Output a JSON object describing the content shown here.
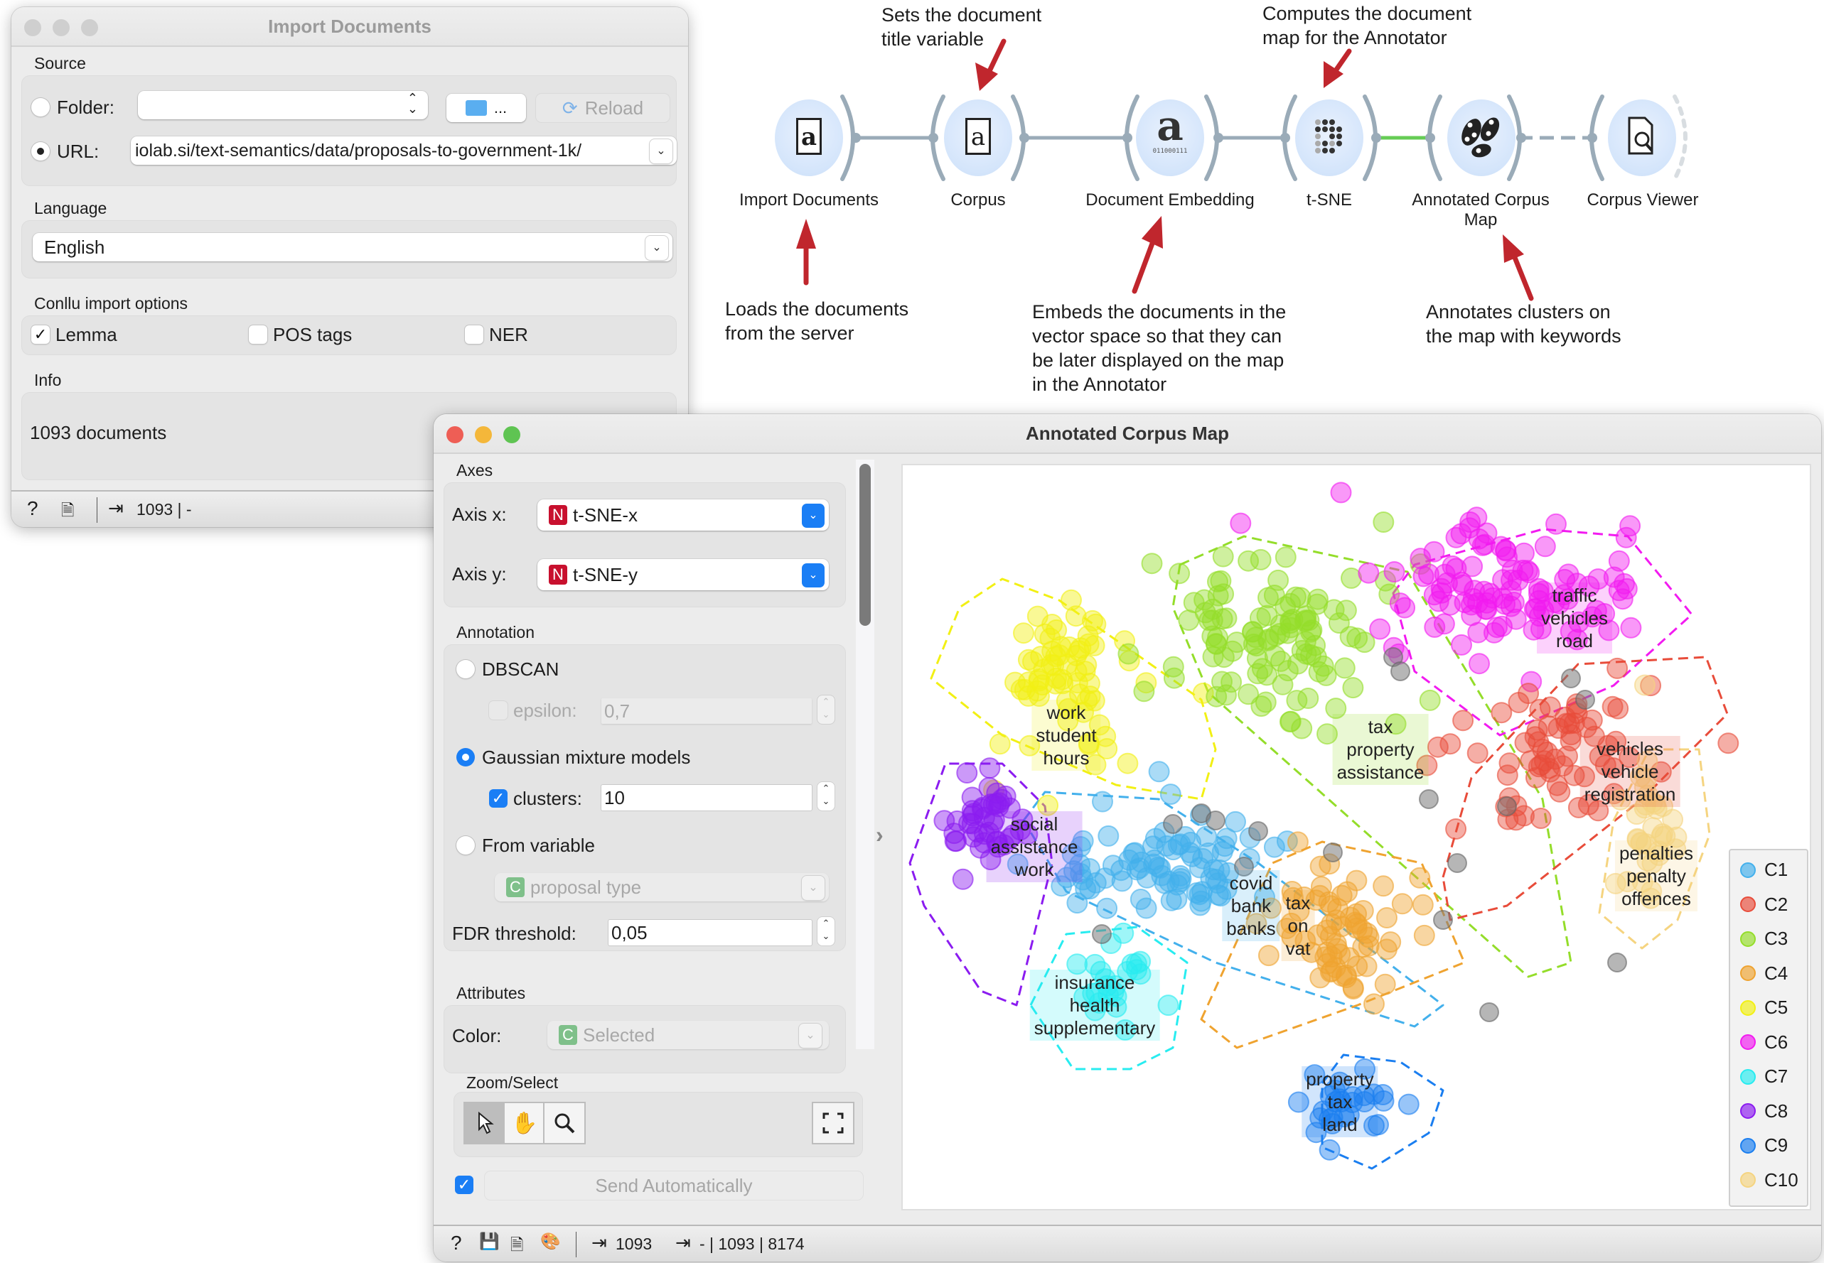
{
  "import_window": {
    "title": "Import Documents",
    "source_label": "Source",
    "folder_label": "Folder:",
    "folder_value": "",
    "browse_label": "...",
    "reload_label": "Reload",
    "url_label": "URL:",
    "url_value": "iolab.si/text-semantics/data/proposals-to-government-1k/",
    "language_label": "Language",
    "language_value": "English",
    "conllu_label": "Conllu import options",
    "options": [
      {
        "label": "Lemma",
        "checked": true
      },
      {
        "label": "POS tags",
        "checked": false
      },
      {
        "label": "NER",
        "checked": false
      }
    ],
    "info_label": "Info",
    "info_text": "1093 documents",
    "status_output": "1093 | -"
  },
  "workflow": {
    "nodes": [
      {
        "name": "Import Documents",
        "icon": "import-documents-icon"
      },
      {
        "name": "Corpus",
        "icon": "corpus-icon"
      },
      {
        "name": "Document Embedding",
        "icon": "document-embedding-icon",
        "icon_text": "a",
        "icon_subtext": "011000111"
      },
      {
        "name": "t-SNE",
        "icon": "tsne-icon"
      },
      {
        "name": "Annotated Corpus Map",
        "name_line1": "Annotated Corpus",
        "name_line2": "Map",
        "icon": "annotated-corpus-map-icon"
      },
      {
        "name": "Corpus Viewer",
        "icon": "corpus-viewer-icon"
      }
    ],
    "annotations": {
      "corpus": [
        "Sets the document",
        "title variable"
      ],
      "tsne": [
        "Computes the document",
        "map for the Annotator"
      ],
      "import": [
        "Loads the documents",
        "from the server"
      ],
      "embedding": [
        "Embeds the documents in the",
        "vector space so that they can",
        "be later displayed on the map",
        "in the Annotator"
      ],
      "annotator": [
        "Annotates clusters on",
        "the map with keywords"
      ]
    },
    "arrow_color": "#c0262d",
    "link_color": "#9aabb8",
    "active_link_color": "#66cc55"
  },
  "acm_window": {
    "title": "Annotated Corpus Map",
    "axes_label": "Axes",
    "axis_x_label": "Axis x:",
    "axis_x_value": "t-SNE-x",
    "axis_y_label": "Axis y:",
    "axis_y_value": "t-SNE-y",
    "axis_badge": "N",
    "annotation_label": "Annotation",
    "dbscan_label": "DBSCAN",
    "epsilon_label": "epsilon:",
    "epsilon_value": "0,7",
    "gmm_label": "Gaussian mixture models",
    "clusters_label": "clusters:",
    "clusters_value": "10",
    "from_variable_label": "From variable",
    "variable_badge": "C",
    "variable_value": "proposal type",
    "fdr_label": "FDR threshold:",
    "fdr_value": "0,05",
    "attributes_label": "Attributes",
    "color_label": "Color:",
    "color_badge": "C",
    "color_value": "Selected",
    "zoom_select_label": "Zoom/Select",
    "send_auto_label": "Send Automatically",
    "send_auto_checked": true,
    "status_input": "1093",
    "status_output": "- | 1093 | 8174"
  },
  "plot": {
    "legend": [
      {
        "label": "C1",
        "color": "#43b0ec"
      },
      {
        "label": "C2",
        "color": "#e84c3a"
      },
      {
        "label": "C3",
        "color": "#94dd2a"
      },
      {
        "label": "C4",
        "color": "#efa330"
      },
      {
        "label": "C5",
        "color": "#f2f014"
      },
      {
        "label": "C6",
        "color": "#f21bf0"
      },
      {
        "label": "C7",
        "color": "#28ecf0"
      },
      {
        "label": "C8",
        "color": "#8b1cf0"
      },
      {
        "label": "C9",
        "color": "#1a7ef0"
      },
      {
        "label": "C10",
        "color": "#f5d480"
      }
    ],
    "cluster_labels": [
      {
        "cluster": "C5",
        "lines": [
          "work",
          "student",
          "hours"
        ]
      },
      {
        "cluster": "C3",
        "lines": [
          "tax",
          "property",
          "assistance"
        ]
      },
      {
        "cluster": "C6",
        "lines": [
          "traffic",
          "vehicles",
          "road"
        ]
      },
      {
        "cluster": "C2",
        "lines": [
          "vehicles",
          "vehicle",
          "registration"
        ]
      },
      {
        "cluster": "C10",
        "lines": [
          "penalties",
          "penalty",
          "offences"
        ]
      },
      {
        "cluster": "C8",
        "lines": [
          "social",
          "assistance",
          "work"
        ]
      },
      {
        "cluster": "C1",
        "lines": [
          "covid",
          "bank",
          "banks"
        ]
      },
      {
        "cluster": "C4",
        "lines": [
          "tax",
          "on",
          "vat"
        ]
      },
      {
        "cluster": "C7",
        "lines": [
          "insurance",
          "health",
          "supplementary"
        ]
      },
      {
        "cluster": "C9",
        "lines": [
          "property",
          "tax",
          "land"
        ]
      }
    ]
  },
  "chart_data": {
    "type": "scatter",
    "title": "Annotated Corpus Map",
    "xlabel": "t-SNE-x",
    "ylabel": "t-SNE-y",
    "legend_position": "right",
    "grid": false,
    "series": [
      {
        "name": "C1",
        "keywords": [
          "covid",
          "bank",
          "banks"
        ],
        "color": "#43b0ec"
      },
      {
        "name": "C2",
        "keywords": [
          "vehicles",
          "vehicle",
          "registration"
        ],
        "color": "#e84c3a"
      },
      {
        "name": "C3",
        "keywords": [
          "tax",
          "property",
          "assistance"
        ],
        "color": "#94dd2a"
      },
      {
        "name": "C4",
        "keywords": [
          "tax",
          "on",
          "vat"
        ],
        "color": "#efa330"
      },
      {
        "name": "C5",
        "keywords": [
          "work",
          "student",
          "hours"
        ],
        "color": "#f2f014"
      },
      {
        "name": "C6",
        "keywords": [
          "traffic",
          "vehicles",
          "road"
        ],
        "color": "#f21bf0"
      },
      {
        "name": "C7",
        "keywords": [
          "insurance",
          "health",
          "supplementary"
        ],
        "color": "#28ecf0"
      },
      {
        "name": "C8",
        "keywords": [
          "social",
          "assistance",
          "work"
        ],
        "color": "#8b1cf0"
      },
      {
        "name": "C9",
        "keywords": [
          "property",
          "tax",
          "land"
        ],
        "color": "#1a7ef0"
      },
      {
        "name": "C10",
        "keywords": [
          "penalties",
          "penalty",
          "offences"
        ],
        "color": "#f5d480"
      }
    ],
    "n_documents": 1093
  }
}
